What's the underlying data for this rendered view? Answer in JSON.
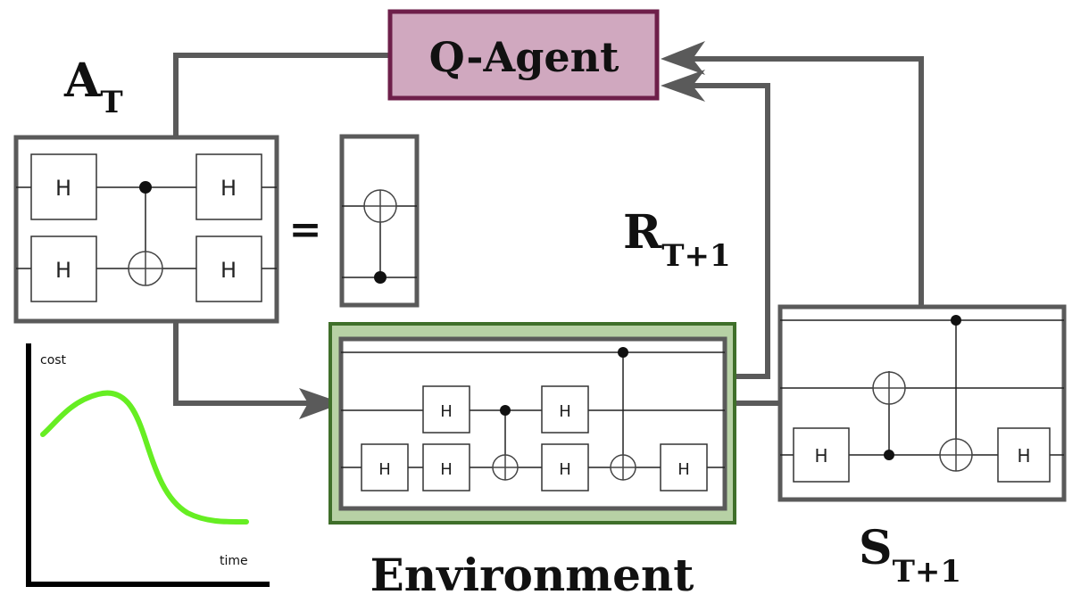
{
  "agent": {
    "label": "Q-Agent",
    "fill": "#d0a8bf",
    "border": "#6e1f4a"
  },
  "labels": {
    "action_main": "A",
    "action_sub": "T",
    "reward_main": "R",
    "reward_sub": "T+1",
    "state_main": "S",
    "state_sub": "T+1",
    "equals": "=",
    "environment": "Environment"
  },
  "gate_label": "H",
  "environment_box": {
    "fill": "#b7d1a5",
    "border": "#3f6f2a"
  },
  "cost_plot": {
    "ylabel": "cost",
    "xlabel": "time",
    "curve_color": "#66ee22"
  },
  "colors": {
    "arrow": "#5a5a5a",
    "box_border": "#5a5a5a",
    "wire": "#222222"
  }
}
